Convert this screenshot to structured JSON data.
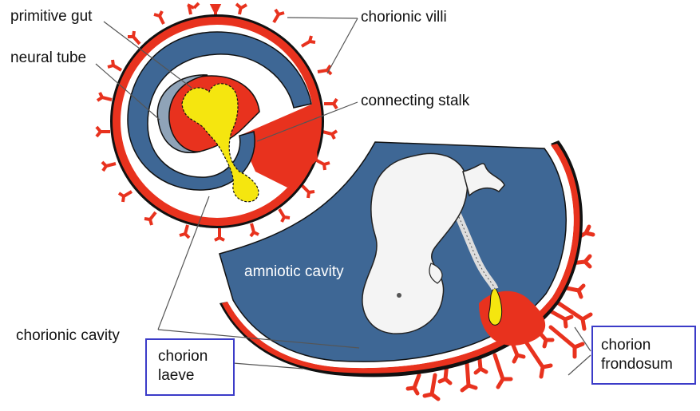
{
  "labels": {
    "primitive_gut": "primitive gut",
    "neural_tube": "neural tube",
    "chorionic_villi": "chorionic villi",
    "connecting_stalk": "connecting stalk",
    "amniotic_cavity": "amniotic cavity",
    "chorionic_cavity": "chorionic cavity",
    "chorion_laeve_line1": "chorion",
    "chorion_laeve_line2": "laeve",
    "chorion_frondosum_line1": "chorion",
    "chorion_frondosum_line2": "frondosum"
  },
  "colors": {
    "amnion_blue": "#3e6795",
    "chorion_red": "#e8321e",
    "yolk_yellow": "#f5e60f",
    "outline_black": "#111111",
    "neural_grey": "#8fa3b8",
    "box_border": "#3b3bc8"
  }
}
